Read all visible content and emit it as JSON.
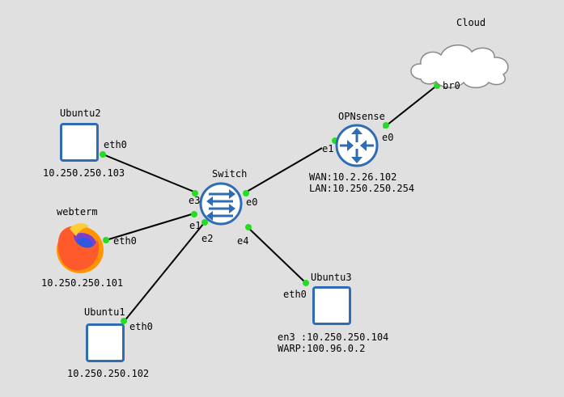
{
  "nodes": {
    "cloud": {
      "title": "Cloud",
      "ifaces": {
        "br0": "br0"
      }
    },
    "opnsense": {
      "title": "OPNsense",
      "ifaces": {
        "e0": "e0",
        "e1": "e1"
      },
      "addr_wan": "WAN:10.2.26.102",
      "addr_lan": "LAN:10.250.250.254"
    },
    "switch": {
      "title": "Switch",
      "ifaces": {
        "e0": "e0",
        "e1": "e1",
        "e2": "e2",
        "e3": "e3",
        "e4": "e4"
      }
    },
    "ubuntu2": {
      "title": "Ubuntu2",
      "ifaces": {
        "eth0": "eth0"
      },
      "addr": "10.250.250.103"
    },
    "webterm": {
      "title": "webterm",
      "ifaces": {
        "eth0": "eth0"
      },
      "addr": "10.250.250.101"
    },
    "ubuntu1": {
      "title": "Ubuntu1",
      "ifaces": {
        "eth0": "eth0"
      },
      "addr": "10.250.250.102"
    },
    "ubuntu3": {
      "title": "Ubuntu3",
      "ifaces": {
        "eth0": "eth0"
      },
      "addr_en3": "en3 :10.250.250.104",
      "addr_warp": "WARP:100.96.0.2"
    }
  },
  "colors": {
    "background": "#e0e0e0",
    "device_blue": "#2f6cb3",
    "link": "#000000",
    "port_dot": "#22dd22"
  },
  "icons": {
    "host": "monitor-cube-icon",
    "router": "router-arrows-icon",
    "switch": "switch-arrows-icon",
    "cloud": "cloud-icon",
    "browser": "firefox-icon"
  }
}
